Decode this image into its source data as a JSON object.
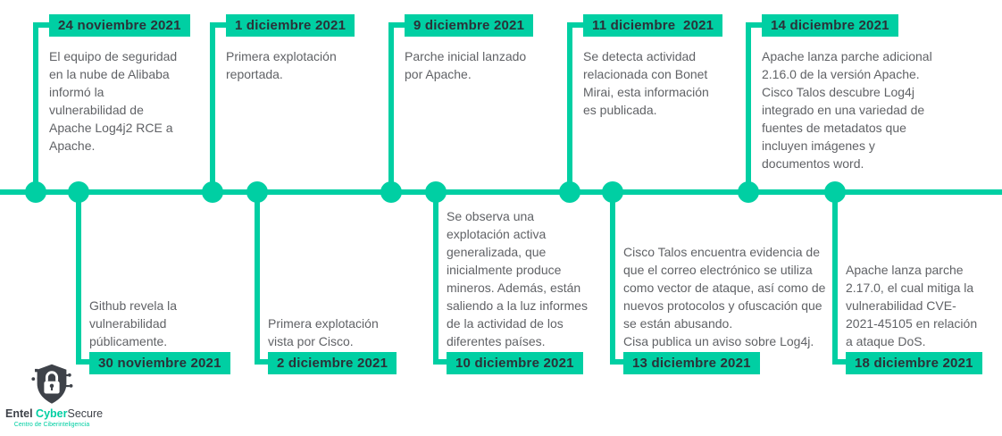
{
  "colors": {
    "accent": "#00cfa3",
    "label_text": "#2b3138",
    "body_text": "#606266",
    "logo_dark": "#3e4249"
  },
  "timeline": {
    "top_events": [
      {
        "date": "24 noviembre 2021",
        "text": "El equipo de seguridad en la nube de Alibaba informó la vulnerabilidad de Apache Log4j2 RCE a Apache."
      },
      {
        "date": "1 diciembre 2021",
        "text": "Primera explotación reportada."
      },
      {
        "date": "9 diciembre 2021",
        "text": "Parche inicial lanzado por Apache."
      },
      {
        "date": "11 diciembre  2021",
        "text": "Se detecta actividad relacionada con Bonet Mirai, esta información es publicada."
      },
      {
        "date": "14 diciembre 2021",
        "text": "Apache lanza parche adicional 2.16.0 de la versión Apache. Cisco Talos descubre Log4j integrado en una variedad de fuentes de metadatos que incluyen imágenes y documentos word."
      }
    ],
    "bottom_events": [
      {
        "date": "30 noviembre 2021",
        "text": "Github revela la vulnerabilidad públicamente."
      },
      {
        "date": "2 diciembre 2021",
        "text": "Primera explotación vista por Cisco."
      },
      {
        "date": "10 diciembre 2021",
        "text": "Se observa una explotación activa generalizada, que inicialmente produce mineros. Además, están saliendo a la luz informes de la actividad de los diferentes países."
      },
      {
        "date": "13 diciembre 2021",
        "text": "Cisco Talos encuentra evidencia de que el correo electrónico se utiliza como vector de ataque, así como de nuevos protocolos y ofuscación que se están abusando.\nCisa publica un aviso sobre Log4j."
      },
      {
        "date": "18 diciembre 2021",
        "text": "Apache lanza parche 2.17.0, el cual mitiga la vulnerabilidad CVE-2021-45105 en relación a ataque DoS."
      }
    ]
  },
  "logo": {
    "brand_prefix": "Entel ",
    "brand_highlight": "Cyber",
    "brand_suffix": "Secure",
    "tagline": "Centro de Ciberinteligencia"
  }
}
